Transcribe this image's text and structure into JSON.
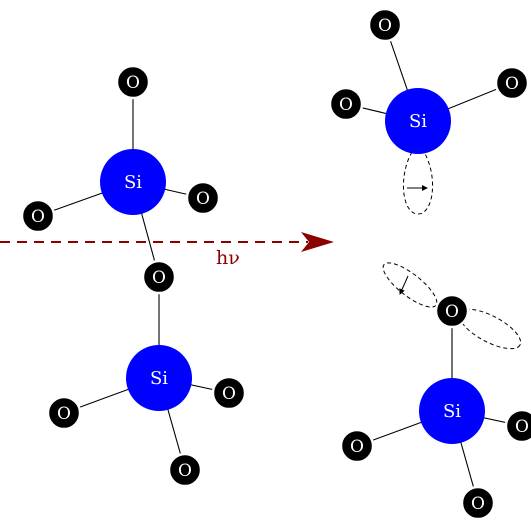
{
  "labels": {
    "silicon": "Si",
    "oxygen": "O",
    "photon": "hν"
  },
  "colors": {
    "silicon": "#0000ff",
    "oxygen": "#000000",
    "photon_beam": "#8b0000",
    "atom_label": "#ffffff"
  }
}
